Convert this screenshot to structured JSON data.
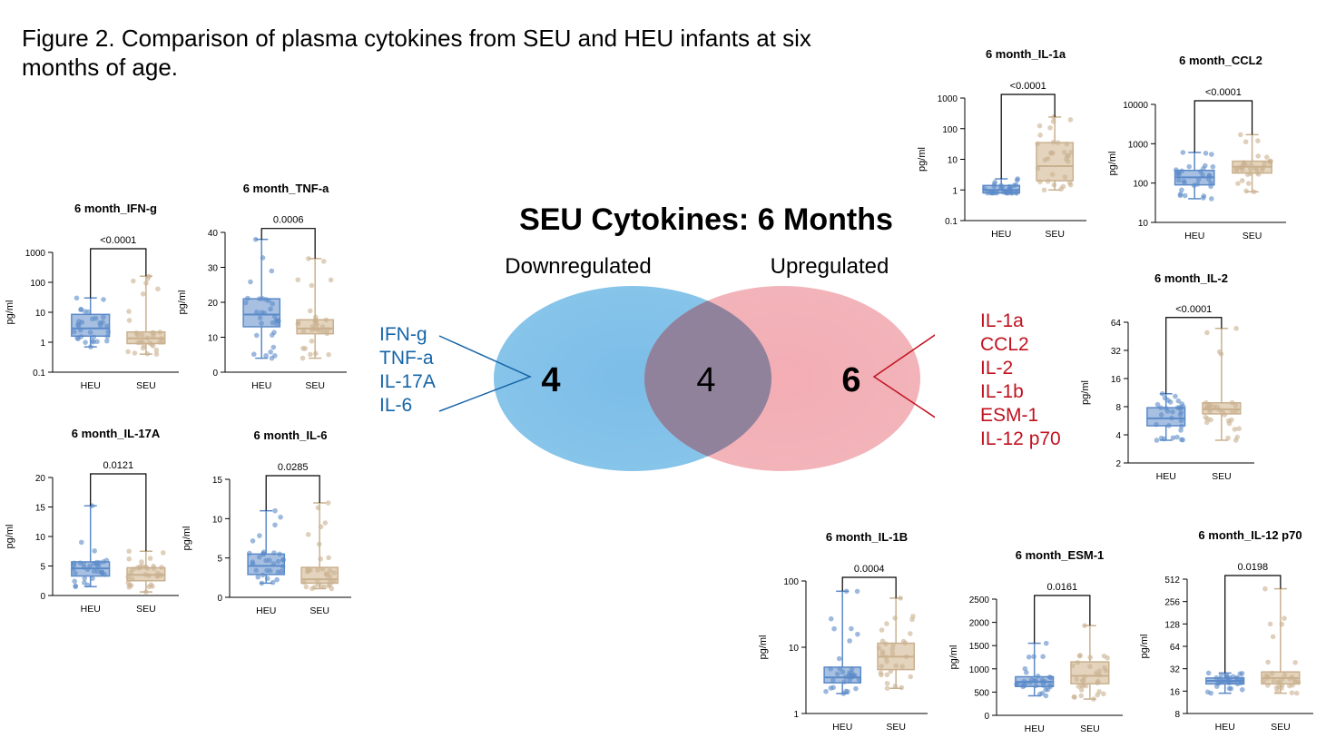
{
  "figure": {
    "title": "Figure 2. Comparison of plasma cytokines from SEU and HEU infants at six months of age."
  },
  "venn": {
    "title": "SEU Cytokines: 6 Months",
    "down_label": "Downregulated",
    "up_label": "Upregulated",
    "down_count": "4",
    "overlap_count": "4",
    "up_count": "6",
    "down_list": [
      "IFN-g",
      "TNF-a",
      "IL-17A",
      "IL-6"
    ],
    "up_list": [
      "IL-1a",
      "CCL2",
      "IL-2",
      "IL-1b",
      "ESM-1",
      "IL-12 p70"
    ],
    "colors": {
      "down": "#7bbde8",
      "up": "#f2a6ad",
      "down_text": "#1565a8",
      "up_text": "#c0121f"
    }
  },
  "colors": {
    "heu": "#5b8ac8",
    "seu": "#c9b08f",
    "heu_fill": "#a7c0e2",
    "seu_fill": "#e4d4bd"
  },
  "chart_data": [
    {
      "id": "ifng",
      "type": "box",
      "title": "6 month_IFN-g",
      "ylabel": "pg/ml",
      "scale": "log",
      "ylim": [
        0.1,
        1000
      ],
      "yticks": [
        0.1,
        1,
        10,
        100,
        1000
      ],
      "ytick_labels": [
        "0.1",
        "1",
        "10",
        "100",
        "1000"
      ],
      "categories": [
        "HEU",
        "SEU"
      ],
      "pvalue": "<0.0001",
      "boxes": [
        {
          "min": 0.7,
          "q1": 1.6,
          "median": 2.9,
          "q3": 8.5,
          "max": 30
        },
        {
          "min": 0.4,
          "q1": 0.9,
          "median": 1.35,
          "q3": 2.2,
          "max": 160
        }
      ]
    },
    {
      "id": "tnfa",
      "type": "box",
      "title": "6 month_TNF-a",
      "ylabel": "pg/ml",
      "scale": "linear",
      "ylim": [
        0,
        40
      ],
      "yticks": [
        0,
        10,
        20,
        30,
        40
      ],
      "ytick_labels": [
        "0",
        "10",
        "20",
        "30",
        "40"
      ],
      "categories": [
        "HEU",
        "SEU"
      ],
      "pvalue": "0.0006",
      "boxes": [
        {
          "min": 4,
          "q1": 13,
          "median": 16.5,
          "q3": 21,
          "max": 38
        },
        {
          "min": 4,
          "q1": 11,
          "median": 12.5,
          "q3": 15,
          "max": 32.5
        }
      ]
    },
    {
      "id": "il17a",
      "type": "box",
      "title": "6 month_IL-17A",
      "ylabel": "pg/ml",
      "scale": "linear",
      "ylim": [
        0,
        20
      ],
      "yticks": [
        0,
        5,
        10,
        15,
        20
      ],
      "ytick_labels": [
        "0",
        "5",
        "10",
        "15",
        "20"
      ],
      "categories": [
        "HEU",
        "SEU"
      ],
      "pvalue": "0.0121",
      "boxes": [
        {
          "min": 1.5,
          "q1": 3.3,
          "median": 4.6,
          "q3": 5.7,
          "max": 15.2
        },
        {
          "min": 0.6,
          "q1": 2.5,
          "median": 3.5,
          "q3": 4.7,
          "max": 7.5
        }
      ]
    },
    {
      "id": "il6",
      "type": "box",
      "title": "6 month_IL-6",
      "ylabel": "pg/ml",
      "scale": "linear",
      "ylim": [
        0,
        15
      ],
      "yticks": [
        0,
        5,
        10,
        15
      ],
      "ytick_labels": [
        "0",
        "5",
        "10",
        "15"
      ],
      "categories": [
        "HEU",
        "SEU"
      ],
      "pvalue": "0.0285",
      "boxes": [
        {
          "min": 1.8,
          "q1": 2.9,
          "median": 4,
          "q3": 5.5,
          "max": 11
        },
        {
          "min": 1.1,
          "q1": 1.8,
          "median": 2.3,
          "q3": 3.8,
          "max": 12
        }
      ]
    },
    {
      "id": "il1a",
      "type": "box",
      "title": "6 month_IL-1a",
      "ylabel": "pg/ml",
      "scale": "log",
      "ylim": [
        0.1,
        1000
      ],
      "yticks": [
        0.1,
        1,
        10,
        100,
        1000
      ],
      "ytick_labels": [
        "0.1",
        "1",
        "10",
        "100",
        "1000"
      ],
      "categories": [
        "HEU",
        "SEU"
      ],
      "pvalue": "<0.0001",
      "boxes": [
        {
          "min": 0.8,
          "q1": 0.8,
          "median": 1,
          "q3": 1.4,
          "max": 2.3
        },
        {
          "min": 1,
          "q1": 2,
          "median": 6,
          "q3": 35,
          "max": 240
        }
      ]
    },
    {
      "id": "ccl2",
      "type": "box",
      "title": "6 month_CCL2",
      "ylabel": "pg/ml",
      "scale": "log",
      "ylim": [
        10,
        10000
      ],
      "yticks": [
        10,
        100,
        1000,
        10000
      ],
      "ytick_labels": [
        "10",
        "100",
        "1000",
        "10000"
      ],
      "categories": [
        "HEU",
        "SEU"
      ],
      "pvalue": "<0.0001",
      "boxes": [
        {
          "min": 40,
          "q1": 90,
          "median": 140,
          "q3": 210,
          "max": 600
        },
        {
          "min": 60,
          "q1": 180,
          "median": 260,
          "q3": 360,
          "max": 1700
        }
      ]
    },
    {
      "id": "il2",
      "type": "box",
      "title": "6 month_IL-2",
      "ylabel": "pg/ml",
      "scale": "log2",
      "ylim": [
        2,
        64
      ],
      "yticks": [
        2,
        4,
        8,
        16,
        32,
        64
      ],
      "ytick_labels": [
        "2",
        "4",
        "8",
        "16",
        "32",
        "64"
      ],
      "categories": [
        "HEU",
        "SEU"
      ],
      "pvalue": "<0.0001",
      "boxes": [
        {
          "min": 3.5,
          "q1": 5,
          "median": 6,
          "q3": 7.8,
          "max": 11
        },
        {
          "min": 3.5,
          "q1": 6.7,
          "median": 7.5,
          "q3": 8.8,
          "max": 55
        }
      ]
    },
    {
      "id": "il1b",
      "type": "box",
      "title": "6 month_IL-1B",
      "ylabel": "pg/ml",
      "scale": "log",
      "ylim": [
        1,
        100
      ],
      "yticks": [
        1,
        10,
        100
      ],
      "ytick_labels": [
        "1",
        "10",
        "100"
      ],
      "categories": [
        "HEU",
        "SEU"
      ],
      "pvalue": "0.0004",
      "boxes": [
        {
          "min": 2,
          "q1": 2.9,
          "median": 3.5,
          "q3": 5,
          "max": 70
        },
        {
          "min": 2.4,
          "q1": 4.6,
          "median": 7.2,
          "q3": 11.5,
          "max": 55
        }
      ]
    },
    {
      "id": "esm1",
      "type": "box",
      "title": "6 month_ESM-1",
      "ylabel": "pg/ml",
      "scale": "linear",
      "ylim": [
        0,
        2500
      ],
      "yticks": [
        0,
        500,
        1000,
        1500,
        2000,
        2500
      ],
      "ytick_labels": [
        "0",
        "500",
        "1000",
        "1500",
        "2000",
        "2500"
      ],
      "categories": [
        "HEU",
        "SEU"
      ],
      "pvalue": "0.0161",
      "boxes": [
        {
          "min": 420,
          "q1": 620,
          "median": 720,
          "q3": 830,
          "max": 1550
        },
        {
          "min": 350,
          "q1": 680,
          "median": 850,
          "q3": 1150,
          "max": 1930
        }
      ]
    },
    {
      "id": "il12",
      "type": "box",
      "title": "6 month_IL-12 p70",
      "ylabel": "pg/ml",
      "scale": "log2",
      "ylim": [
        8,
        512
      ],
      "yticks": [
        8,
        16,
        32,
        64,
        128,
        256,
        512
      ],
      "ytick_labels": [
        "8",
        "16",
        "32",
        "64",
        "128",
        "256",
        "512"
      ],
      "categories": [
        "HEU",
        "SEU"
      ],
      "pvalue": "0.0198",
      "boxes": [
        {
          "min": 15,
          "q1": 20,
          "median": 22,
          "q3": 24,
          "max": 28
        },
        {
          "min": 15,
          "q1": 20,
          "median": 24,
          "q3": 29,
          "max": 380
        }
      ]
    }
  ]
}
